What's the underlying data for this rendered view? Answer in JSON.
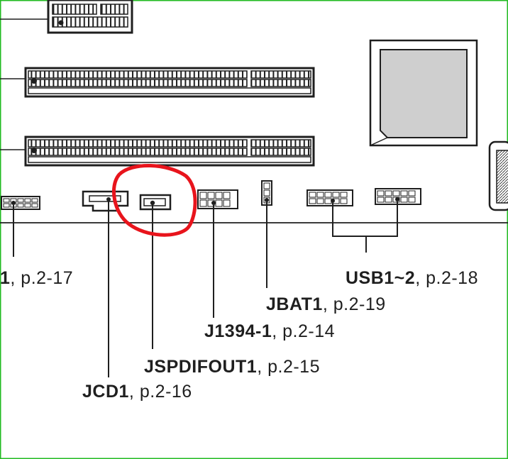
{
  "colors": {
    "frame": "#22bb22",
    "ink": "#1f1f1f",
    "highlight_circle": "#e8141c",
    "chip_fill": "#cfcfcf"
  },
  "labels": {
    "left_partial": {
      "name": "1",
      "page": ", p.2-17"
    },
    "usb": {
      "name": "USB1~2",
      "page": ", p.2-18"
    },
    "jbat": {
      "name": "JBAT1",
      "page": ", p.2-19"
    },
    "j1394": {
      "name": "J1394-1",
      "page": ", p.2-14"
    },
    "jspdif": {
      "name": "JSPDIFOUT1",
      "page": ", p.2-15"
    },
    "jcd": {
      "name": "JCD1",
      "page": ", p.2-16"
    }
  }
}
